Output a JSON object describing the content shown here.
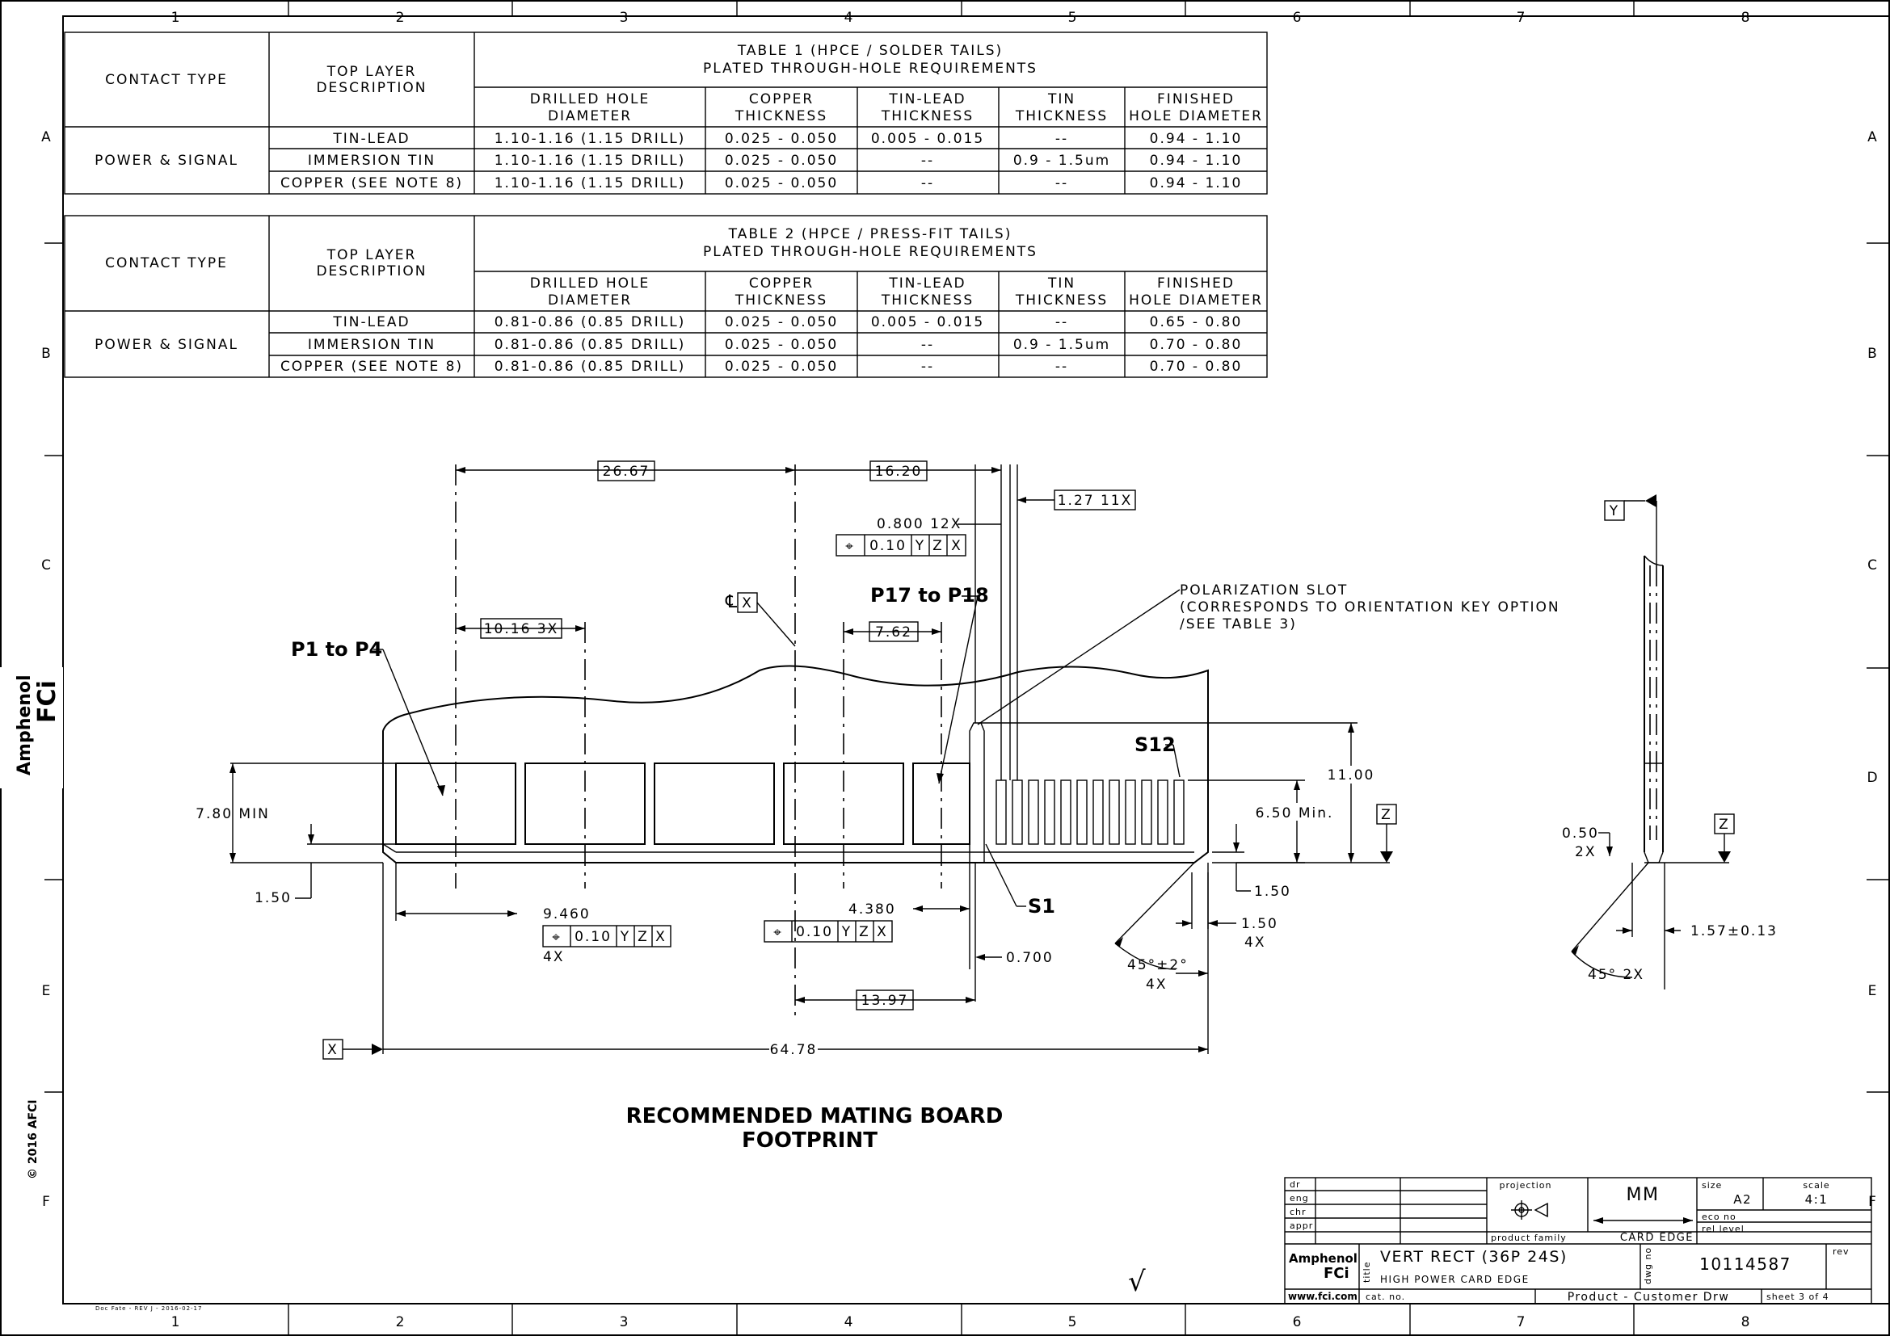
{
  "frame": {
    "columns": [
      "1",
      "2",
      "3",
      "4",
      "5",
      "6",
      "7",
      "8"
    ],
    "rows": [
      "A",
      "B",
      "C",
      "D",
      "E",
      "F"
    ]
  },
  "table1": {
    "title_line1": "TABLE 1 (HPCE / SOLDER TAILS)",
    "title_line2": "PLATED THROUGH-HOLE REQUIREMENTS",
    "h_contact": "CONTACT TYPE",
    "h_top1": "TOP LAYER",
    "h_top2": "DESCRIPTION",
    "cols": [
      {
        "l1": "DRILLED HOLE",
        "l2": "DIAMETER"
      },
      {
        "l1": "COPPER",
        "l2": "THICKNESS"
      },
      {
        "l1": "TIN-LEAD",
        "l2": "THICKNESS"
      },
      {
        "l1": "TIN",
        "l2": "THICKNESS"
      },
      {
        "l1": "FINISHED",
        "l2": "HOLE DIAMETER"
      }
    ],
    "contact": "POWER & SIGNAL",
    "rows": [
      {
        "desc": "TIN-LEAD",
        "c": [
          "1.10-1.16  (1.15 DRILL)",
          "0.025 - 0.050",
          "0.005 - 0.015",
          "--",
          "0.94 - 1.10"
        ]
      },
      {
        "desc": "IMMERSION TIN",
        "c": [
          "1.10-1.16  (1.15 DRILL)",
          "0.025 - 0.050",
          "--",
          "0.9 - 1.5um",
          "0.94 - 1.10"
        ]
      },
      {
        "desc": "COPPER (SEE NOTE 8)",
        "c": [
          "1.10-1.16  (1.15 DRILL)",
          "0.025 - 0.050",
          "--",
          "--",
          "0.94 - 1.10"
        ]
      }
    ]
  },
  "table2": {
    "title_line1": "TABLE 2 (HPCE / PRESS-FIT TAILS)",
    "title_line2": "PLATED THROUGH-HOLE REQUIREMENTS",
    "h_contact": "CONTACT TYPE",
    "h_top1": "TOP LAYER",
    "h_top2": "DESCRIPTION",
    "cols": [
      {
        "l1": "DRILLED HOLE",
        "l2": "DIAMETER"
      },
      {
        "l1": "COPPER",
        "l2": "THICKNESS"
      },
      {
        "l1": "TIN-LEAD",
        "l2": "THICKNESS"
      },
      {
        "l1": "TIN",
        "l2": "THICKNESS"
      },
      {
        "l1": "FINISHED",
        "l2": "HOLE DIAMETER"
      }
    ],
    "contact": "POWER & SIGNAL",
    "rows": [
      {
        "desc": "TIN-LEAD",
        "c": [
          "0.81-0.86 (0.85 DRILL)",
          "0.025 - 0.050",
          "0.005 - 0.015",
          "--",
          "0.65 - 0.80"
        ]
      },
      {
        "desc": "IMMERSION TIN",
        "c": [
          "0.81-0.86 (0.85 DRILL)",
          "0.025 - 0.050",
          "--",
          "0.9 - 1.5um",
          "0.70 - 0.80"
        ]
      },
      {
        "desc": "COPPER (SEE NOTE 8)",
        "c": [
          "0.81-0.86 (0.85 DRILL)",
          "0.025 - 0.050",
          "--",
          "--",
          "0.70 - 0.80"
        ]
      }
    ]
  },
  "drawing": {
    "dim_2667": "26.67",
    "dim_1620": "16.20",
    "dim_127": "1.27 11X",
    "dim_0800": "0.800 12X",
    "fcf_sym": "⌖",
    "fcf_tol": "0.10",
    "fcf_y": "Y",
    "fcf_z": "Z",
    "fcf_x": "X",
    "cl_sym": "℄",
    "datum_x": "X",
    "datum_y": "Y",
    "datum_z": "Z",
    "dim_1016": "10.16 3X",
    "dim_762": "7.62",
    "label_p1p4": "P1  to  P4",
    "label_p17p18": "P17  to  P18",
    "label_s12": "S12",
    "label_s1": "S1",
    "polar_l1": "POLARIZATION SLOT",
    "polar_l2": "(CORRESPONDS TO ORIENTATION KEY OPTION",
    "polar_l3": "/SEE TABLE 3)",
    "dim_780": "7.80 MIN",
    "dim_150a": "1.50",
    "dim_9460": "9.460",
    "dim_4x_a": "4X",
    "dim_4380": "4.380",
    "dim_0700": "0.700",
    "dim_1397": "13.97",
    "dim_6478": "64.78",
    "dim_1100": "11.00",
    "dim_650": "6.50 Min.",
    "dim_150b": "1.50",
    "dim_150c": "1.50",
    "dim_4x_b": "4X",
    "dim_45a": "45°±2°",
    "dim_4x_c": "4X",
    "dim_050": "0.50",
    "dim_2x_a": "2X",
    "dim_157": "1.57±0.13",
    "dim_45b": "45°  2X",
    "footprint_l1": "RECOMMENDED MATING BOARD",
    "footprint_l2": "FOOTPRINT"
  },
  "side": {
    "brand1": "Amphenol",
    "brand2": "FCi",
    "copyright": "© 2016  AFCI"
  },
  "title_block": {
    "dr": "dr",
    "eng": "eng",
    "chr": "chr",
    "appr": "appr",
    "projection": "projection",
    "units": "MM",
    "size_label": "size",
    "size": "A2",
    "scale_label": "scale",
    "scale": "4:1",
    "eco": "eco no",
    "rel": "rel level",
    "product_family": "product family",
    "card_edge": "CARD EDGE",
    "title_tag": "title",
    "title": "VERT RECT (36P 24S)",
    "subtitle": "HIGH POWER CARD EDGE",
    "dwg_tag": "dwg no",
    "dwg_no": "10114587",
    "rev": "rev",
    "brand1": "Amphenol",
    "brand2": "FCi",
    "url": "www.fci.com",
    "cat": "cat. no.",
    "product": "Product - Customer Drw",
    "sheet": "sheet 3 of 4",
    "checkmark": "√",
    "doc_stamp": "Doc Fate - REV J - 2016-02-17"
  }
}
